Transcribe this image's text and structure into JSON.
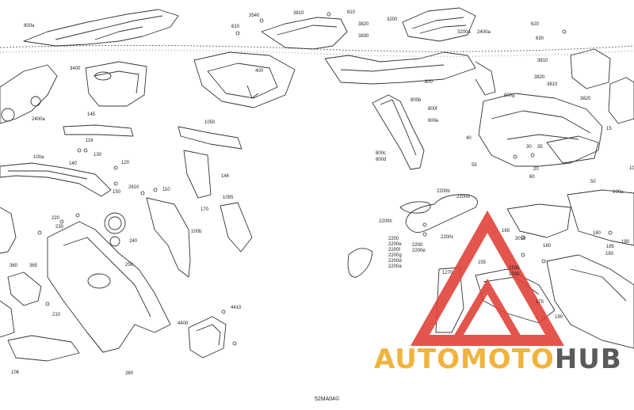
{
  "diagram": {
    "drawing_code": "52MA04©",
    "labels": [
      {
        "id": "800a",
        "t": "800a"
      },
      {
        "id": "3540",
        "t": "3540"
      },
      {
        "id": "610",
        "t": "610"
      },
      {
        "id": "3810a",
        "t": "3810"
      },
      {
        "id": "810",
        "t": "810"
      },
      {
        "id": "3820a",
        "t": "3820"
      },
      {
        "id": "3830",
        "t": "3830"
      },
      {
        "id": "3200",
        "t": "3200"
      },
      {
        "id": "3200a",
        "t": "3200a"
      },
      {
        "id": "2400a",
        "t": "2400a"
      },
      {
        "id": "620",
        "t": "620"
      },
      {
        "id": "630",
        "t": "630"
      },
      {
        "id": "3400",
        "t": "3400"
      },
      {
        "id": "400",
        "t": "400"
      },
      {
        "id": "800",
        "t": "800"
      },
      {
        "id": "3810b",
        "t": "3810"
      },
      {
        "id": "3820b",
        "t": "3820"
      },
      {
        "id": "3810c",
        "t": "3810"
      },
      {
        "id": "3820c",
        "t": "3820"
      },
      {
        "id": "800b",
        "t": "800b"
      },
      {
        "id": "800f",
        "t": "800f"
      },
      {
        "id": "800e",
        "t": "800e"
      },
      {
        "id": "800g",
        "t": "800g"
      },
      {
        "id": "2400b",
        "t": "2400a"
      },
      {
        "id": "145",
        "t": "145"
      },
      {
        "id": "1050",
        "t": "1050"
      },
      {
        "id": "15",
        "t": "15"
      },
      {
        "id": "116",
        "t": "116"
      },
      {
        "id": "40",
        "t": "40"
      },
      {
        "id": "30",
        "t": "30"
      },
      {
        "id": "35",
        "t": "35"
      },
      {
        "id": "130",
        "t": "130"
      },
      {
        "id": "800c",
        "t": "800c"
      },
      {
        "id": "800d",
        "t": "800d"
      },
      {
        "id": "10",
        "t": "10"
      },
      {
        "id": "100a",
        "t": "100a"
      },
      {
        "id": "140",
        "t": "140"
      },
      {
        "id": "120",
        "t": "120"
      },
      {
        "id": "55",
        "t": "55"
      },
      {
        "id": "20",
        "t": "20"
      },
      {
        "id": "60",
        "t": "60"
      },
      {
        "id": "146",
        "t": "146"
      },
      {
        "id": "150",
        "t": "150"
      },
      {
        "id": "2810",
        "t": "2810"
      },
      {
        "id": "110",
        "t": "110"
      },
      {
        "id": "2200b",
        "t": "2200b"
      },
      {
        "id": "2200d",
        "t": "2200d"
      },
      {
        "id": "50",
        "t": "50"
      },
      {
        "id": "100a2",
        "t": "100a"
      },
      {
        "id": "1055",
        "t": "1055"
      },
      {
        "id": "170",
        "t": "170"
      },
      {
        "id": "220",
        "t": "220"
      },
      {
        "id": "230",
        "t": "230"
      },
      {
        "id": "240",
        "t": "240"
      },
      {
        "id": "100b",
        "t": "100b"
      },
      {
        "id": "2200h",
        "t": "2200h"
      },
      {
        "id": "165",
        "t": "165"
      },
      {
        "id": "180",
        "t": "180"
      },
      {
        "id": "190",
        "t": "190"
      },
      {
        "id": "2200c",
        "t": "2200c"
      },
      {
        "id": "2200",
        "t": "2200"
      },
      {
        "id": "2200e",
        "t": "2200e"
      },
      {
        "id": "2200f",
        "t": "2200f"
      },
      {
        "id": "2200g",
        "t": "2200g"
      },
      {
        "id": "2200d2",
        "t": "2200d"
      },
      {
        "id": "2200a",
        "t": "2200a"
      },
      {
        "id": "3010",
        "t": "3010"
      },
      {
        "id": "160",
        "t": "160"
      },
      {
        "id": "185",
        "t": "185"
      },
      {
        "id": "183",
        "t": "183"
      },
      {
        "id": "360",
        "t": "360"
      },
      {
        "id": "365",
        "t": "365"
      },
      {
        "id": "250",
        "t": "250"
      },
      {
        "id": "1500",
        "t": "1500"
      },
      {
        "id": "155",
        "t": "155"
      },
      {
        "id": "2200i",
        "t": "2200"
      },
      {
        "id": "2200e2",
        "t": "2200e"
      },
      {
        "id": "1270",
        "t": "1270"
      },
      {
        "id": "1530",
        "t": "1530"
      },
      {
        "id": "210",
        "t": "210"
      },
      {
        "id": "175",
        "t": "175"
      },
      {
        "id": "4410",
        "t": "4410"
      },
      {
        "id": "4400",
        "t": "4400"
      },
      {
        "id": "190b",
        "t": "190"
      },
      {
        "id": "106",
        "t": "106"
      },
      {
        "id": "260",
        "t": "260"
      }
    ]
  },
  "watermark": {
    "part_a": "AUTOMOTO",
    "part_b": "HUB",
    "color_a": "#f2b33d",
    "color_b": "#5a5a5a",
    "logo_color": "#e0433a"
  }
}
